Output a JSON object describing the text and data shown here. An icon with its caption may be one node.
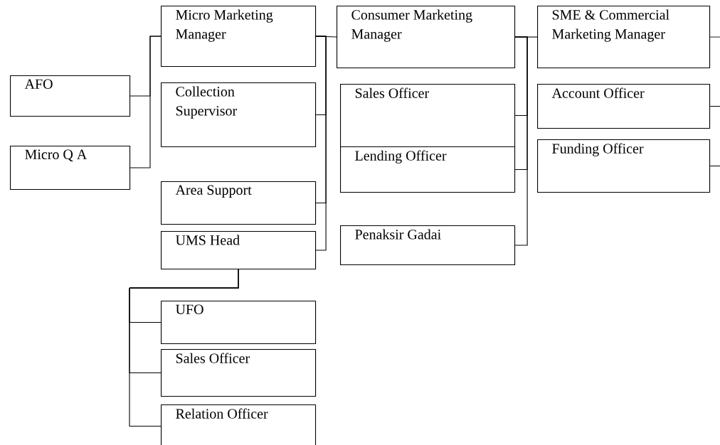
{
  "diagram": {
    "nodes": [
      {
        "text": [
          "AFO"
        ]
      },
      {
        "text": [
          "Micro Q A"
        ]
      },
      {
        "text": [
          "Micro Marketing Manager"
        ]
      },
      {
        "text": [
          "Collection Supervisor"
        ]
      },
      {
        "text": [
          "Area Support"
        ]
      },
      {
        "text": [
          "UMS Head"
        ]
      },
      {
        "text": [
          "Consumer Marketing Manager"
        ]
      },
      {
        "text": [
          "Sales Officer"
        ]
      },
      {
        "text": [
          "Lending Officer"
        ]
      },
      {
        "text": [
          "Penaksir Gadai"
        ]
      },
      {
        "text": [
          "SME & Commercial Marketing Manager"
        ]
      },
      {
        "text": [
          "Account Officer"
        ]
      },
      {
        "text": [
          "Funding Officer"
        ]
      },
      {
        "text": [
          "UFO"
        ]
      },
      {
        "text": [
          "Sales Officer"
        ]
      },
      {
        "text": [
          "Relation Officer"
        ]
      }
    ],
    "edges": [
      {
        "from": 2,
        "to": 0,
        "arrow": "none"
      },
      {
        "from": 2,
        "to": 1,
        "arrow": "none"
      },
      {
        "from": 2,
        "to": 6,
        "arrow": "none"
      },
      {
        "from": 2,
        "to": 3,
        "arrow": "none"
      },
      {
        "from": 2,
        "to": 4,
        "arrow": "none"
      },
      {
        "from": 2,
        "to": 5,
        "arrow": "none"
      },
      {
        "from": 6,
        "to": 10,
        "arrow": "none"
      },
      {
        "from": 6,
        "to": 7,
        "arrow": "none"
      },
      {
        "from": 6,
        "to": 8,
        "arrow": "none"
      },
      {
        "from": 6,
        "to": 9,
        "arrow": "none"
      },
      {
        "from": 10,
        "to": null,
        "arrow": "none"
      },
      {
        "from": 11,
        "to": null,
        "arrow": "none"
      },
      {
        "from": 12,
        "to": null,
        "arrow": "none"
      },
      {
        "from": 5,
        "to": 13,
        "arrow": "none"
      },
      {
        "from": 5,
        "to": 14,
        "arrow": "none"
      },
      {
        "from": 5,
        "to": 15,
        "arrow": "none"
      }
    ]
  }
}
